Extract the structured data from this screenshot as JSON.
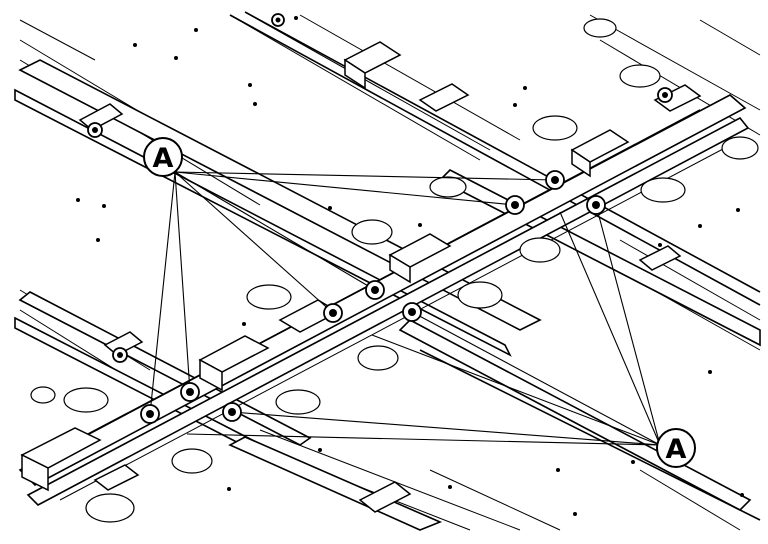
{
  "figure": {
    "callouts": [
      {
        "id": "callout-left",
        "label": "A"
      },
      {
        "id": "callout-right",
        "label": "A"
      }
    ]
  }
}
